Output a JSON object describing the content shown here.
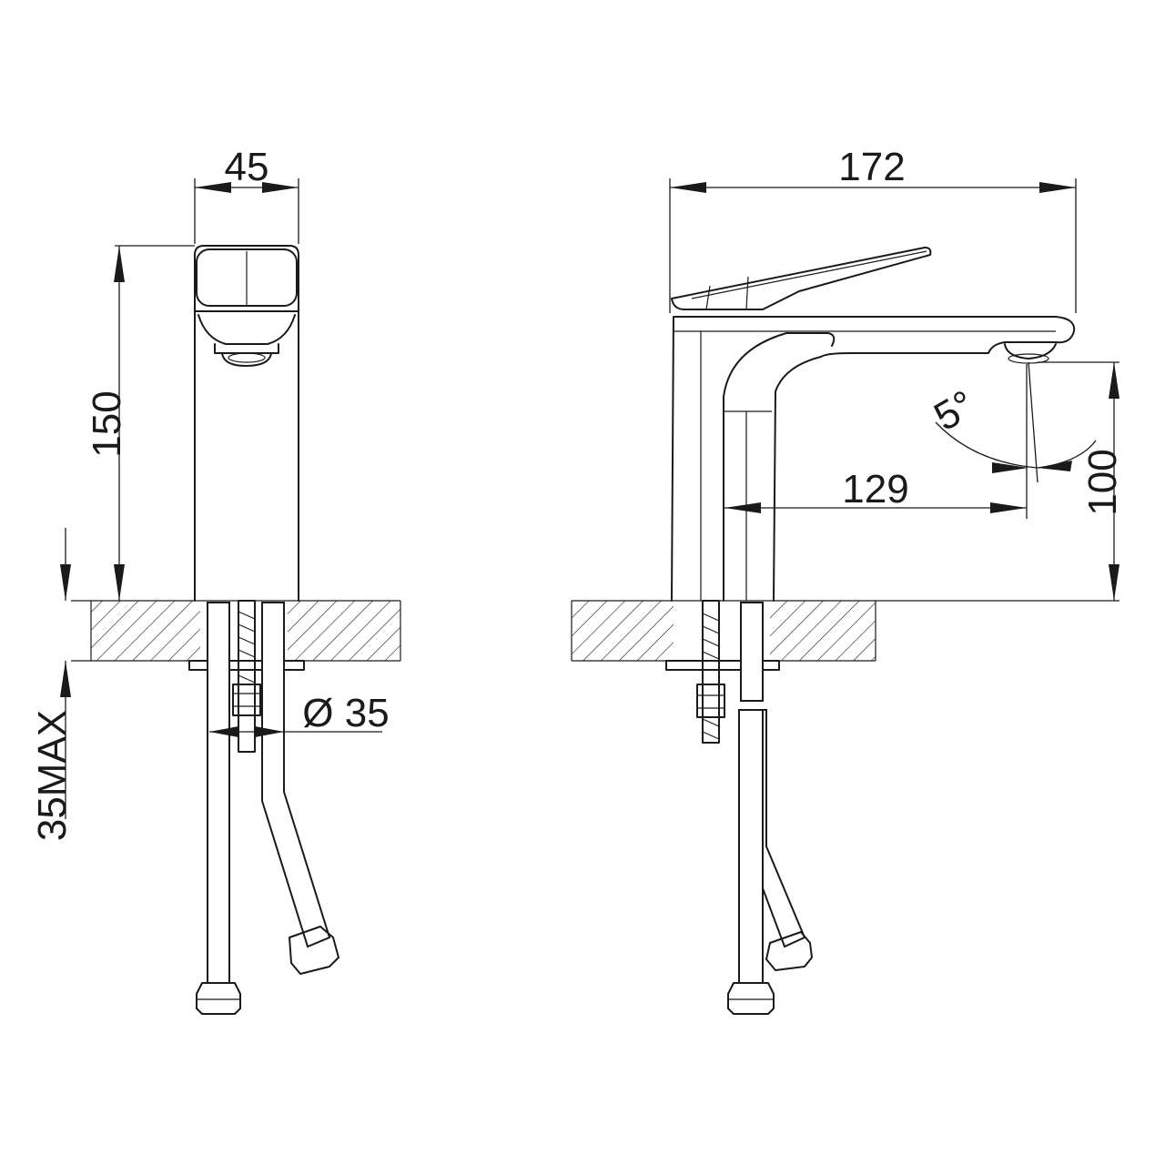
{
  "dimensions": {
    "width_front": "45",
    "height_front": "150",
    "depth_max": "35MAX",
    "hole_diameter": "Ø 35",
    "length_side": "172",
    "reach_side": "129",
    "height_side": "100",
    "spout_angle": "5°"
  },
  "colors": {
    "line": "#1a1a1a",
    "background": "#ffffff"
  }
}
